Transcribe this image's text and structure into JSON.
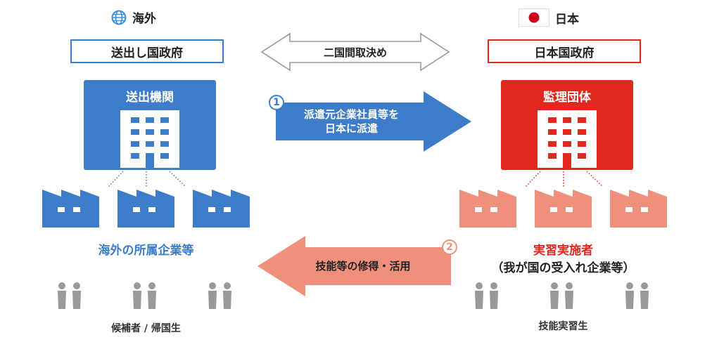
{
  "overseas": {
    "region_label": "海外",
    "region_icon": "globe-icon",
    "government": "送出し国政府",
    "organization": "送出機関",
    "companies_label": "海外の所属企業等",
    "people_label": "候補者 / 帰国生",
    "color": "#3d7cc9"
  },
  "japan": {
    "region_label": "日本",
    "region_icon": "japan-flag-icon",
    "government": "日本国政府",
    "organization": "監理団体",
    "companies_label": "実習実施者",
    "companies_sublabel": "（我が国の受入れ企業等）",
    "people_label": "技能実習生",
    "color": "#e0281e",
    "factory_color": "#ef907c"
  },
  "agreement": {
    "label": "二国間取決め"
  },
  "flows": [
    {
      "number": "1",
      "lines": [
        "派遣元企業社員等を",
        "日本に派遣"
      ],
      "direction": "right",
      "color": "#3d7cc9"
    },
    {
      "number": "2",
      "lines": [
        "技能等の修得・活用"
      ],
      "direction": "left",
      "color": "#ef907c"
    }
  ]
}
